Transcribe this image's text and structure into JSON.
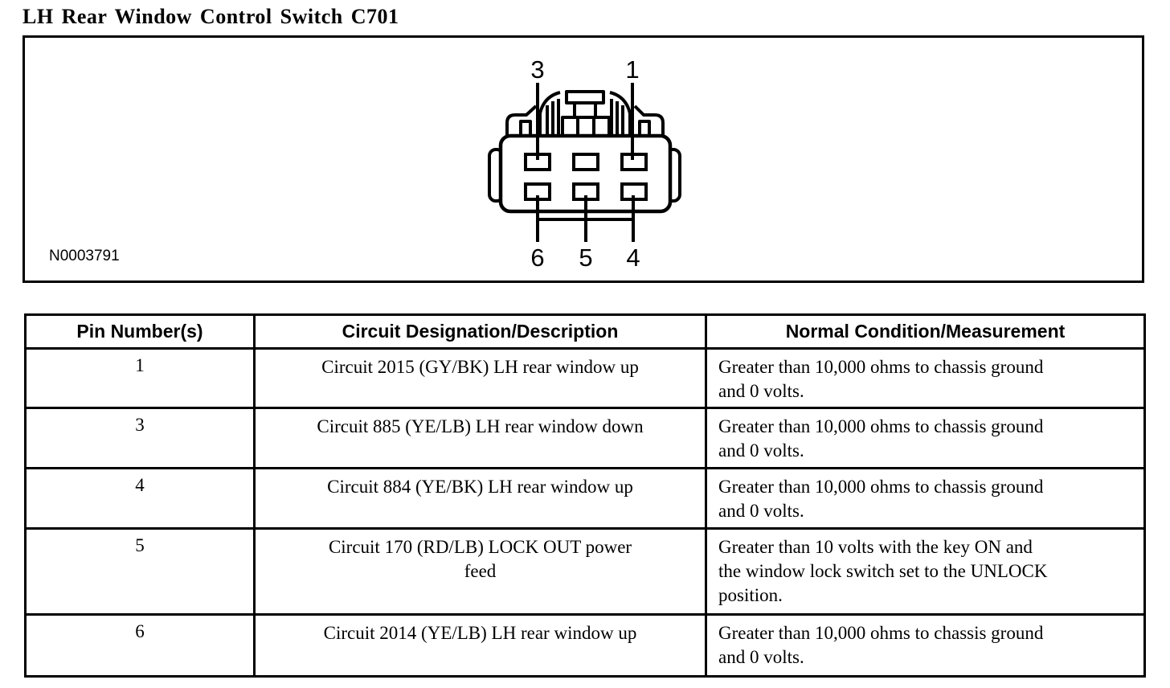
{
  "page": {
    "title": "LH Rear Window Control Switch C701"
  },
  "figure": {
    "label": "N0003791",
    "description": "6-cavity connector face view, two rows of three terminals",
    "top_labels": [
      "3",
      "1"
    ],
    "bottom_labels": [
      "6",
      "5",
      "4"
    ]
  },
  "table": {
    "headers": [
      "Pin Number(s)",
      "Circuit Designation/Description",
      "Normal Condition/Measurement"
    ],
    "rows": [
      {
        "pin": "1",
        "circuit": "Circuit 2015 (GY/BK) LH rear window up",
        "condition": "Greater than 10,000 ohms to chassis ground and 0 volts."
      },
      {
        "pin": "3",
        "circuit": "Circuit 885 (YE/LB) LH rear window down",
        "condition": "Greater than 10,000 ohms to chassis ground and 0 volts."
      },
      {
        "pin": "4",
        "circuit": "Circuit 884 (YE/BK) LH rear window up",
        "condition": "Greater than 10,000 ohms to chassis ground and 0 volts."
      },
      {
        "pin": "5",
        "circuit": "Circuit 170 (RD/LB) LOCK OUT power\nfeed",
        "condition": "Greater than 10 volts with the key ON and the window lock switch set to the UNLOCK position."
      },
      {
        "pin": "6",
        "circuit": "Circuit 2014 (YE/LB) LH rear window up",
        "condition": "Greater than 10,000 ohms to chassis ground and 0 volts."
      }
    ]
  },
  "colors": {
    "ink": "#000000",
    "background": "#ffffff"
  }
}
